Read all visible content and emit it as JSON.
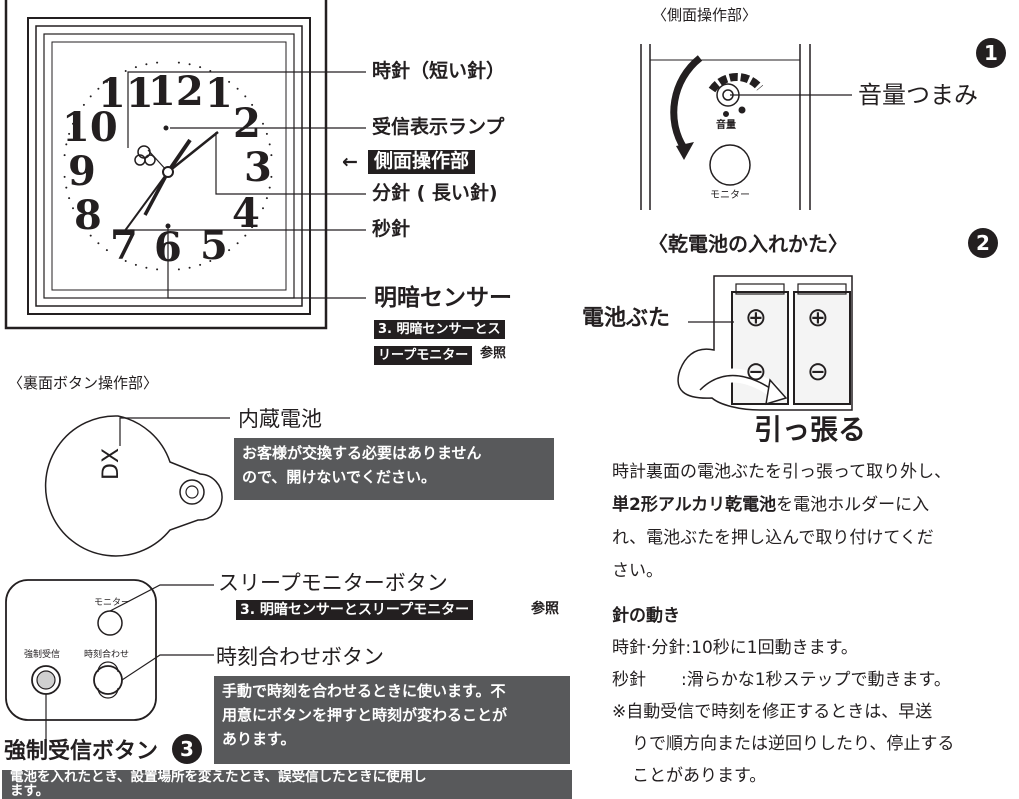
{
  "clock": {
    "numerals": [
      "12",
      "1",
      "2",
      "3",
      "4",
      "5",
      "6",
      "7",
      "8",
      "9",
      "10",
      "11"
    ],
    "labels": {
      "hour_hand": "時針（短い針）",
      "reception_lamp": "受信表示ランプ",
      "side_ops_arrow": "←",
      "side_ops": "側面操作部",
      "minute_hand": "分針 ( 長い針)",
      "second_hand": "秒針",
      "light_sensor": "明暗センサー",
      "sensor_ref_1": "3. 明暗センサーとス",
      "sensor_ref_2": "リープモニター",
      "sensor_ref_suffix": "参照"
    }
  },
  "side_panel": {
    "title": "〈側面操作部〉",
    "badge": "1",
    "volume_knob": "音量つまみ",
    "volume_small": "音量",
    "monitor_small": "モニター"
  },
  "battery": {
    "title": "〈乾電池の入れかた〉",
    "badge": "2",
    "lid_label": "電池ぶた",
    "plus": "⊕",
    "minus": "⊖",
    "pull": "引っ張る",
    "instructions_1": "時計裏面の電池ぶたを引っ張って取り外し、",
    "instructions_2_bold": "単2形アルカリ乾電池",
    "instructions_2_rest": "を電池ホルダーに入",
    "instructions_3": "れ、電池ぶたを押し込んで取り付けてくだ",
    "instructions_4": "さい。"
  },
  "hands_motion": {
    "title": "針の動き",
    "line1": "時針·分針:10秒に1回動きます。",
    "line2_label": "秒針",
    "line2_text": ":滑らかな1秒ステップで動きます。",
    "note_1": "※自動受信で時刻を修正するときは、早送",
    "note_2": "りで順方向または逆回りしたり、停止する",
    "note_3": "ことがあります。"
  },
  "back_panel": {
    "title": "〈裏面ボタン操作部〉",
    "internal_battery": "内蔵電池",
    "internal_battery_note_1": "お客様が交換する必要はありません",
    "internal_battery_note_2": "ので、開けないでください。",
    "dx": "DX",
    "sleep_monitor_button": "スリープモニターボタン",
    "sleep_ref": "3. 明暗センサーとスリープモニター",
    "sleep_ref_suffix": "参照",
    "monitor_small": "モニター",
    "force_small": "強制受信",
    "time_set_small": "時刻合わせ",
    "time_set_button": "時刻合わせボタン",
    "time_set_note_1": "手動で時刻を合わせるときに使います。不",
    "time_set_note_2": "用意にボタンを押すと時刻が変わることが",
    "time_set_note_3": "あります。",
    "force_button": "強制受信ボタン",
    "badge": "3",
    "force_note_1": "電池を入れたとき、設置場所を変えたとき、誤受信したときに使用し",
    "force_note_2": "ます。"
  }
}
